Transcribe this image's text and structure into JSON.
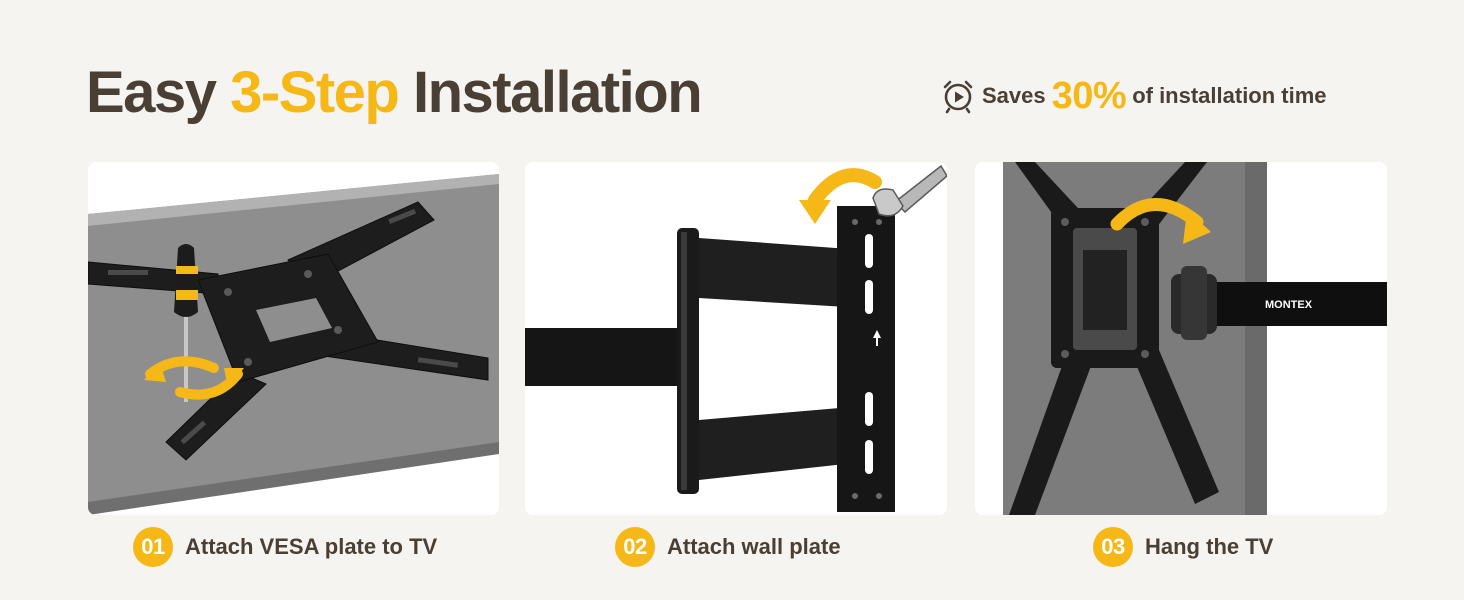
{
  "header": {
    "title_prefix": "Easy",
    "title_accent": "3-Step",
    "title_suffix": "Installation",
    "saves_prefix": "Saves",
    "saves_value": "30%",
    "saves_suffix": "of installation time",
    "clock_icon": "alarm-clock-play-icon"
  },
  "colors": {
    "accent": "#f5b817",
    "text": "#4a3f35",
    "background": "#f5f4f1"
  },
  "steps": [
    {
      "number": "01",
      "label": "Attach VESA plate to TV",
      "image": "screwdriver-vesa-plate"
    },
    {
      "number": "02",
      "label": "Attach wall plate",
      "image": "wrench-wall-plate-arm"
    },
    {
      "number": "03",
      "label": "Hang the TV",
      "image": "hang-tv-on-arm",
      "brand_text": "MONTEX"
    }
  ]
}
